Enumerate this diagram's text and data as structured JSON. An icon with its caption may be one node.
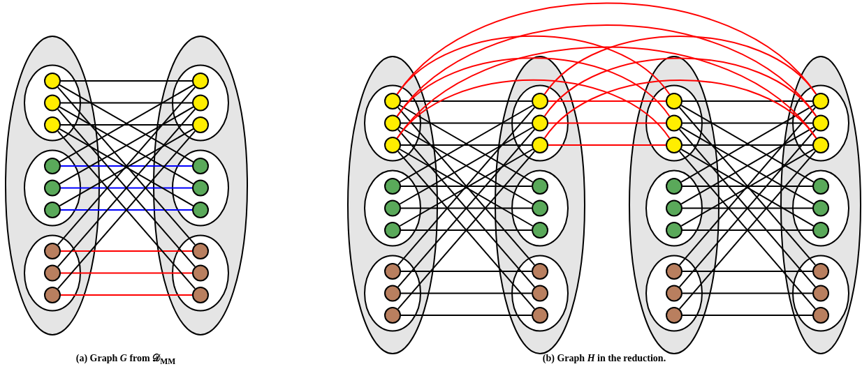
{
  "diagram": {
    "nodes": [
      {
        "text": [],
        "shape": "ellipse"
      },
      {
        "text": [],
        "shape": "ellipse",
        "in": 0
      },
      {
        "text": [],
        "shape": "circle",
        "in": 1
      },
      {
        "text": [],
        "shape": "circle",
        "in": 1
      },
      {
        "text": [],
        "shape": "circle",
        "in": 1
      },
      {
        "text": [],
        "shape": "ellipse",
        "in": 0
      },
      {
        "text": [],
        "shape": "circle",
        "in": 5
      },
      {
        "text": [],
        "shape": "circle",
        "in": 5
      },
      {
        "text": [],
        "shape": "circle",
        "in": 5
      },
      {
        "text": [],
        "shape": "ellipse",
        "in": 0
      },
      {
        "text": [],
        "shape": "circle",
        "in": 9
      },
      {
        "text": [],
        "shape": "circle",
        "in": 9
      },
      {
        "text": [],
        "shape": "circle",
        "in": 9
      },
      {
        "text": [],
        "shape": "ellipse"
      },
      {
        "text": [],
        "shape": "ellipse",
        "in": 13
      },
      {
        "text": [],
        "shape": "circle",
        "in": 14
      },
      {
        "text": [],
        "shape": "circle",
        "in": 14
      },
      {
        "text": [],
        "shape": "circle",
        "in": 14
      },
      {
        "text": [],
        "shape": "ellipse",
        "in": 13
      },
      {
        "text": [],
        "shape": "circle",
        "in": 18
      },
      {
        "text": [],
        "shape": "circle",
        "in": 18
      },
      {
        "text": [],
        "shape": "circle",
        "in": 18
      },
      {
        "text": [],
        "shape": "ellipse",
        "in": 13
      },
      {
        "text": [],
        "shape": "circle",
        "in": 22
      },
      {
        "text": [],
        "shape": "circle",
        "in": 22
      },
      {
        "text": [],
        "shape": "circle",
        "in": 22
      },
      {
        "text": [],
        "shape": "ellipse"
      },
      {
        "text": [],
        "shape": "ellipse",
        "in": 26
      },
      {
        "text": [],
        "shape": "circle",
        "in": 27
      },
      {
        "text": [],
        "shape": "circle",
        "in": 27
      },
      {
        "text": [],
        "shape": "circle",
        "in": 27
      },
      {
        "text": [],
        "shape": "ellipse",
        "in": 26
      },
      {
        "text": [],
        "shape": "circle",
        "in": 31
      },
      {
        "text": [],
        "shape": "circle",
        "in": 31
      },
      {
        "text": [],
        "shape": "circle",
        "in": 31
      },
      {
        "text": [],
        "shape": "ellipse",
        "in": 26
      },
      {
        "text": [],
        "shape": "circle",
        "in": 35
      },
      {
        "text": [],
        "shape": "circle",
        "in": 35
      },
      {
        "text": [],
        "shape": "circle",
        "in": 35
      },
      {
        "text": [],
        "shape": "ellipse"
      },
      {
        "text": [],
        "shape": "ellipse",
        "in": 39
      },
      {
        "text": [],
        "shape": "circle",
        "in": 40
      },
      {
        "text": [],
        "shape": "circle",
        "in": 40
      },
      {
        "text": [],
        "shape": "circle",
        "in": 40
      },
      {
        "text": [],
        "shape": "ellipse",
        "in": 39
      },
      {
        "text": [],
        "shape": "circle",
        "in": 44
      },
      {
        "text": [],
        "shape": "circle",
        "in": 44
      },
      {
        "text": [],
        "shape": "circle",
        "in": 44
      },
      {
        "text": [],
        "shape": "ellipse",
        "in": 39
      },
      {
        "text": [],
        "shape": "circle",
        "in": 48
      },
      {
        "text": [],
        "shape": "circle",
        "in": 48
      },
      {
        "text": [],
        "shape": "circle",
        "in": 48
      },
      {
        "text": [],
        "shape": "ellipse"
      },
      {
        "text": [],
        "shape": "ellipse",
        "in": 52
      },
      {
        "text": [],
        "shape": "circle",
        "in": 53
      },
      {
        "text": [],
        "shape": "circle",
        "in": 53
      },
      {
        "text": [],
        "shape": "circle",
        "in": 53
      },
      {
        "text": [],
        "shape": "ellipse",
        "in": 52
      },
      {
        "text": [],
        "shape": "circle",
        "in": 57
      },
      {
        "text": [],
        "shape": "circle",
        "in": 57
      },
      {
        "text": [],
        "shape": "circle",
        "in": 57
      },
      {
        "text": [],
        "shape": "ellipse",
        "in": 52
      },
      {
        "text": [],
        "shape": "circle",
        "in": 61
      },
      {
        "text": [],
        "shape": "circle",
        "in": 61
      },
      {
        "text": [],
        "shape": "circle",
        "in": 61
      },
      {
        "text": [],
        "shape": "ellipse"
      },
      {
        "text": [],
        "shape": "ellipse",
        "in": 65
      },
      {
        "text": [],
        "shape": "circle",
        "in": 66
      },
      {
        "text": [],
        "shape": "circle",
        "in": 66
      },
      {
        "text": [],
        "shape": "circle",
        "in": 66
      },
      {
        "text": [],
        "shape": "ellipse",
        "in": 65
      },
      {
        "text": [],
        "shape": "circle",
        "in": 70
      },
      {
        "text": [],
        "shape": "circle",
        "in": 70
      },
      {
        "text": [],
        "shape": "circle",
        "in": 70
      },
      {
        "text": [],
        "shape": "ellipse",
        "in": 65
      },
      {
        "text": [],
        "shape": "circle",
        "in": 74
      },
      {
        "text": [],
        "shape": "circle",
        "in": 74
      },
      {
        "text": [],
        "shape": "circle",
        "in": 74
      }
    ],
    "edges": [
      {
        "from": 2,
        "to": 15,
        "arrow": "none"
      },
      {
        "from": 3,
        "to": 16,
        "arrow": "none"
      },
      {
        "from": 4,
        "to": 17,
        "arrow": "none"
      },
      {
        "from": 6,
        "to": 19,
        "arrow": "none",
        "color": "#0000ff"
      },
      {
        "from": 7,
        "to": 20,
        "arrow": "none",
        "color": "#0000ff"
      },
      {
        "from": 8,
        "to": 21,
        "arrow": "none",
        "color": "#0000ff"
      },
      {
        "from": 10,
        "to": 23,
        "arrow": "none",
        "color": "#ff0000"
      },
      {
        "from": 11,
        "to": 24,
        "arrow": "none",
        "color": "#ff0000"
      },
      {
        "from": 12,
        "to": 25,
        "arrow": "none",
        "color": "#ff0000"
      },
      {
        "from": 2,
        "to": 19,
        "arrow": "none"
      },
      {
        "from": 3,
        "to": 20,
        "arrow": "none"
      },
      {
        "from": 4,
        "to": 21,
        "arrow": "none"
      },
      {
        "from": 2,
        "to": 23,
        "arrow": "none"
      },
      {
        "from": 3,
        "to": 24,
        "arrow": "none"
      },
      {
        "from": 4,
        "to": 25,
        "arrow": "none"
      },
      {
        "from": 15,
        "to": 6,
        "arrow": "none"
      },
      {
        "from": 16,
        "to": 7,
        "arrow": "none"
      },
      {
        "from": 17,
        "to": 8,
        "arrow": "none"
      },
      {
        "from": 15,
        "to": 10,
        "arrow": "none"
      },
      {
        "from": 16,
        "to": 11,
        "arrow": "none"
      },
      {
        "from": 17,
        "to": 12,
        "arrow": "none"
      },
      {
        "from": 28,
        "to": 41,
        "arrow": "none"
      },
      {
        "from": 29,
        "to": 42,
        "arrow": "none"
      },
      {
        "from": 30,
        "to": 43,
        "arrow": "none"
      },
      {
        "from": 32,
        "to": 45,
        "arrow": "none"
      },
      {
        "from": 33,
        "to": 46,
        "arrow": "none"
      },
      {
        "from": 34,
        "to": 47,
        "arrow": "none"
      },
      {
        "from": 36,
        "to": 49,
        "arrow": "none"
      },
      {
        "from": 37,
        "to": 50,
        "arrow": "none"
      },
      {
        "from": 38,
        "to": 51,
        "arrow": "none"
      },
      {
        "from": 28,
        "to": 45,
        "arrow": "none"
      },
      {
        "from": 29,
        "to": 46,
        "arrow": "none"
      },
      {
        "from": 30,
        "to": 47,
        "arrow": "none"
      },
      {
        "from": 28,
        "to": 49,
        "arrow": "none"
      },
      {
        "from": 29,
        "to": 50,
        "arrow": "none"
      },
      {
        "from": 30,
        "to": 51,
        "arrow": "none"
      },
      {
        "from": 41,
        "to": 32,
        "arrow": "none"
      },
      {
        "from": 42,
        "to": 33,
        "arrow": "none"
      },
      {
        "from": 43,
        "to": 34,
        "arrow": "none"
      },
      {
        "from": 41,
        "to": 36,
        "arrow": "none"
      },
      {
        "from": 42,
        "to": 37,
        "arrow": "none"
      },
      {
        "from": 43,
        "to": 38,
        "arrow": "none"
      },
      {
        "from": 54,
        "to": 67,
        "arrow": "none"
      },
      {
        "from": 55,
        "to": 68,
        "arrow": "none"
      },
      {
        "from": 56,
        "to": 69,
        "arrow": "none"
      },
      {
        "from": 58,
        "to": 71,
        "arrow": "none"
      },
      {
        "from": 59,
        "to": 72,
        "arrow": "none"
      },
      {
        "from": 60,
        "to": 73,
        "arrow": "none"
      },
      {
        "from": 62,
        "to": 75,
        "arrow": "none"
      },
      {
        "from": 63,
        "to": 76,
        "arrow": "none"
      },
      {
        "from": 64,
        "to": 77,
        "arrow": "none"
      },
      {
        "from": 54,
        "to": 71,
        "arrow": "none"
      },
      {
        "from": 55,
        "to": 72,
        "arrow": "none"
      },
      {
        "from": 56,
        "to": 73,
        "arrow": "none"
      },
      {
        "from": 54,
        "to": 75,
        "arrow": "none"
      },
      {
        "from": 55,
        "to": 76,
        "arrow": "none"
      },
      {
        "from": 56,
        "to": 77,
        "arrow": "none"
      },
      {
        "from": 67,
        "to": 58,
        "arrow": "none"
      },
      {
        "from": 68,
        "to": 59,
        "arrow": "none"
      },
      {
        "from": 69,
        "to": 60,
        "arrow": "none"
      },
      {
        "from": 67,
        "to": 62,
        "arrow": "none"
      },
      {
        "from": 68,
        "to": 63,
        "arrow": "none"
      },
      {
        "from": 69,
        "to": 64,
        "arrow": "none"
      },
      {
        "from": 28,
        "to": 54,
        "arrow": "none",
        "color": "#ff0000"
      },
      {
        "from": 29,
        "to": 55,
        "arrow": "none",
        "color": "#ff0000"
      },
      {
        "from": 30,
        "to": 56,
        "arrow": "none",
        "color": "#ff0000"
      },
      {
        "from": 28,
        "to": 67,
        "arrow": "none",
        "color": "#ff0000"
      },
      {
        "from": 29,
        "to": 68,
        "arrow": "none",
        "color": "#ff0000"
      },
      {
        "from": 30,
        "to": 69,
        "arrow": "none",
        "color": "#ff0000"
      },
      {
        "from": 41,
        "to": 54,
        "arrow": "none",
        "color": "#ff0000"
      },
      {
        "from": 42,
        "to": 55,
        "arrow": "none",
        "color": "#ff0000"
      },
      {
        "from": 43,
        "to": 56,
        "arrow": "none",
        "color": "#ff0000"
      },
      {
        "from": 41,
        "to": 67,
        "arrow": "none",
        "color": "#ff0000"
      },
      {
        "from": 42,
        "to": 68,
        "arrow": "none",
        "color": "#ff0000"
      },
      {
        "from": 43,
        "to": 69,
        "arrow": "none",
        "color": "#ff0000"
      }
    ],
    "labels": [
      "(a) Graph *G* from 𝒟$_{MM}$",
      "(b) Graph *H* in the reduction."
    ]
  }
}
